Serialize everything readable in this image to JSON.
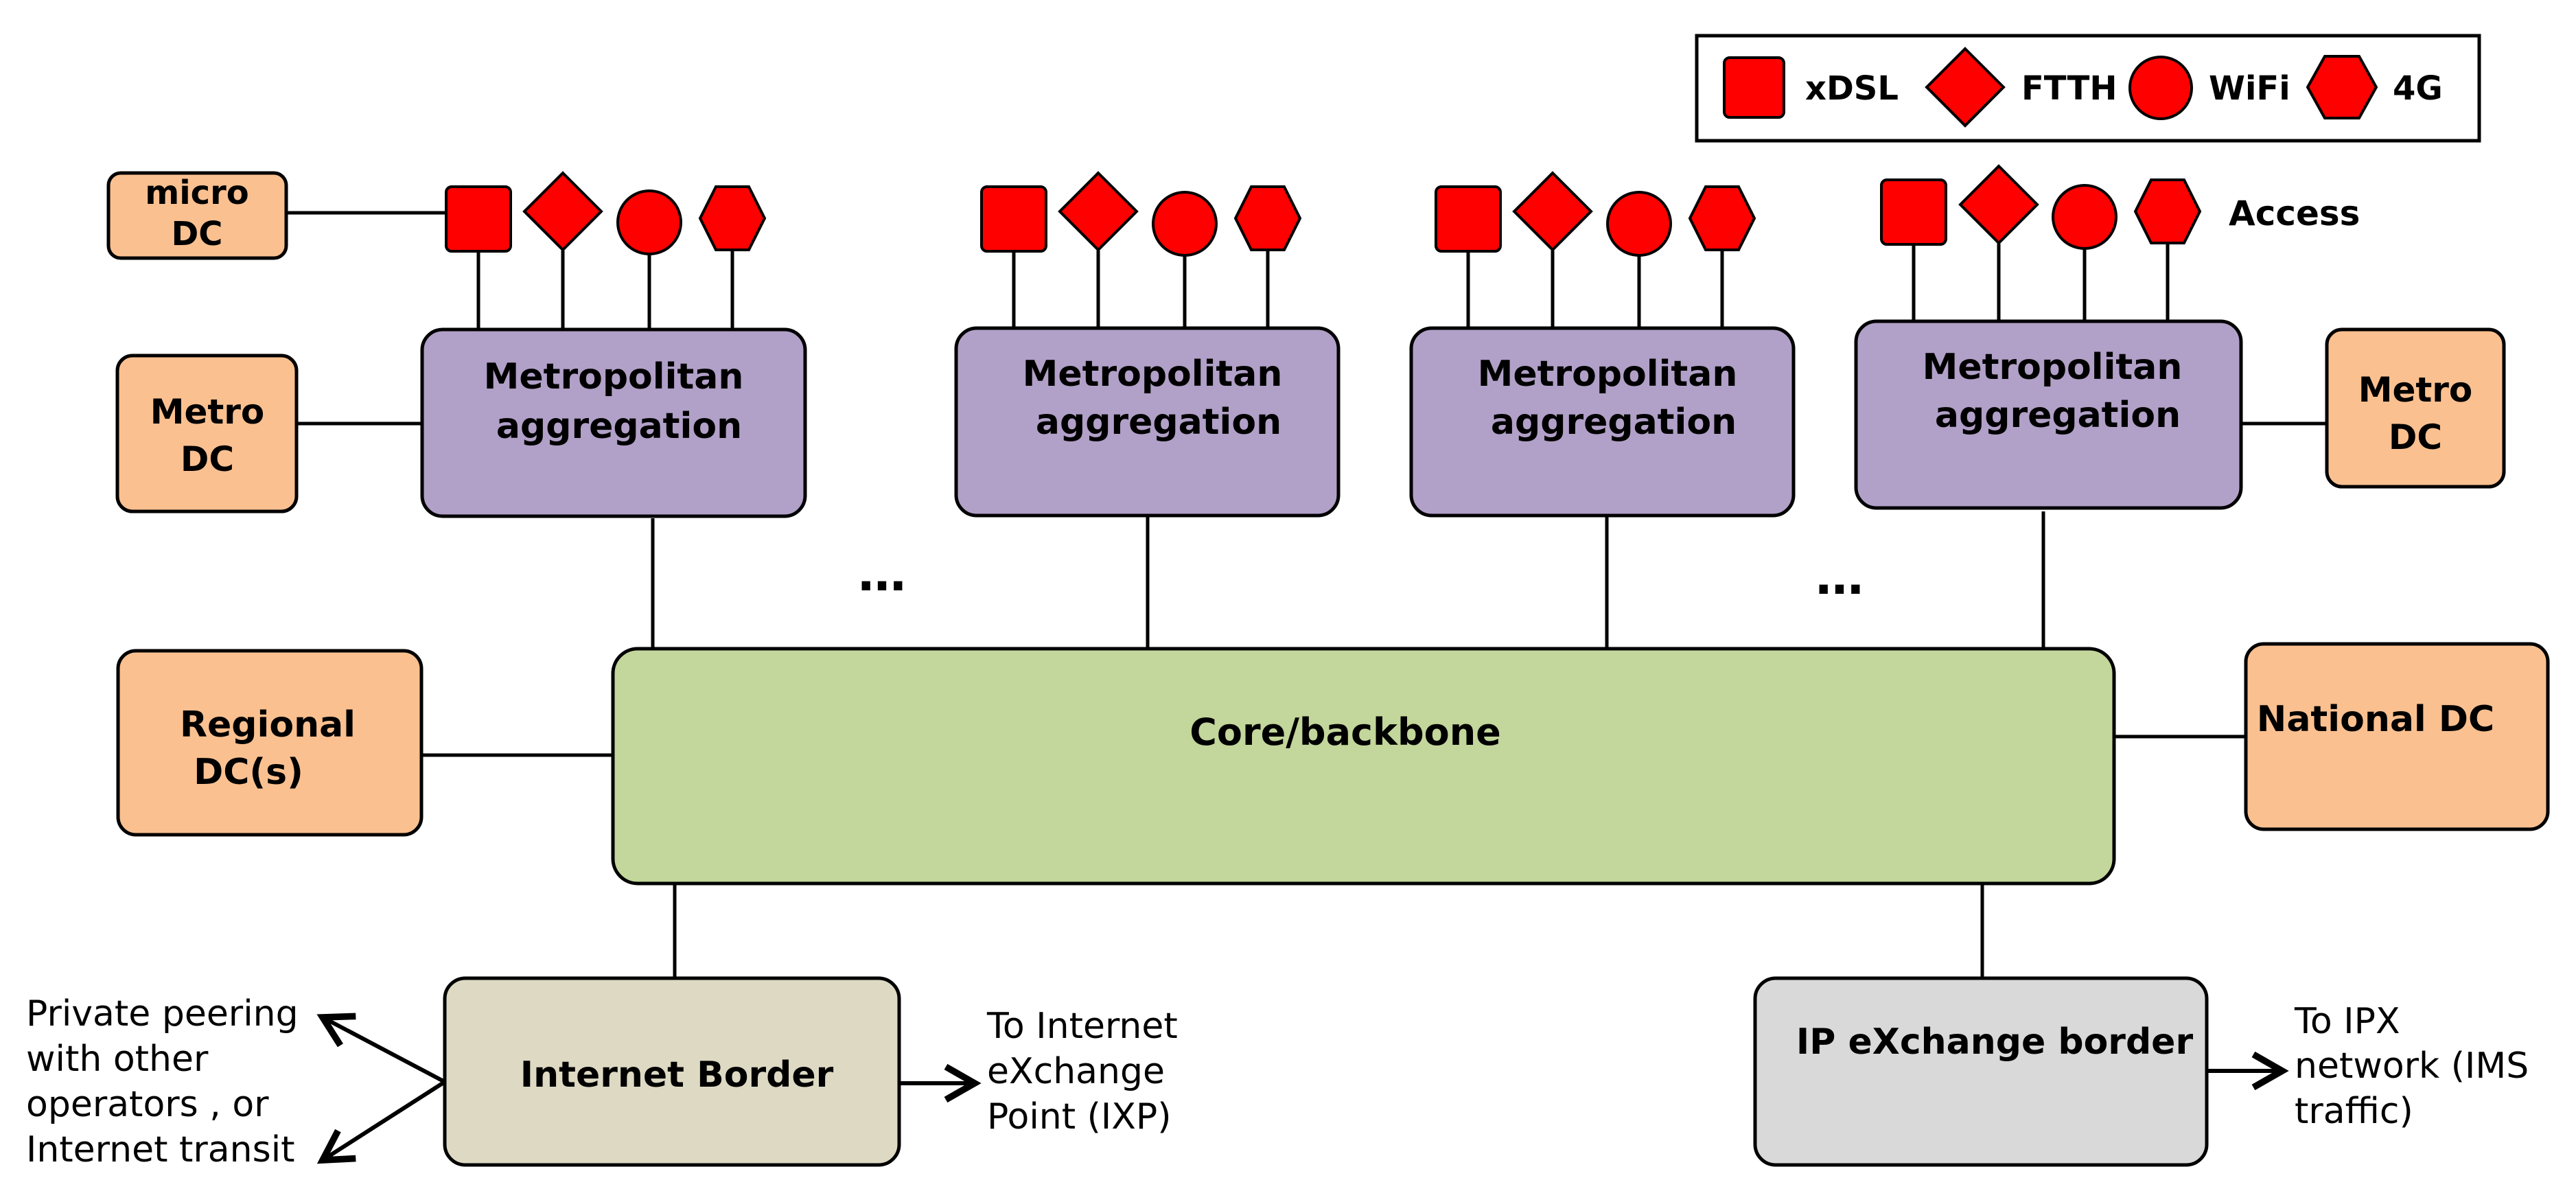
{
  "legend": {
    "items": [
      {
        "shape": "square",
        "label": "xDSL"
      },
      {
        "shape": "diamond",
        "label": "FTTH"
      },
      {
        "shape": "circle",
        "label": "WiFi"
      },
      {
        "shape": "hexagon",
        "label": "4G"
      }
    ]
  },
  "access_label": "Access",
  "ellipsis": "…",
  "nodes": {
    "micro_dc": {
      "line1": "micro",
      "line2": "DC"
    },
    "metro_dc_left": {
      "line1": "Metro",
      "line2": "DC"
    },
    "metro_dc_right": {
      "line1": "Metro",
      "line2": "DC"
    },
    "regional_dc": {
      "line1": "Regional",
      "line2": "DC(s)"
    },
    "national_dc": "National DC",
    "core": "Core/backbone",
    "metro_agg": {
      "line1": "Metropolitan",
      "line2": "aggregation"
    },
    "internet_border": "Internet Border",
    "ipx_border": "IP eXchange border"
  },
  "annotations": {
    "private_peering": [
      "Private peering",
      "with other",
      "operators , or",
      "Internet transit"
    ],
    "to_ixp": [
      "To Internet",
      "eXchange",
      "Point (IXP)"
    ],
    "to_ipx": [
      "To IPX",
      "network (IMS",
      "traffic)"
    ]
  },
  "colors": {
    "access_red": "#ff0000",
    "metro_agg_fill": "#b1a0c7",
    "dc_fill": "#fac090",
    "core_fill": "#c3d69b",
    "internet_border_fill": "#ddd9c3",
    "ipx_border_fill": "#d9d9d9"
  }
}
